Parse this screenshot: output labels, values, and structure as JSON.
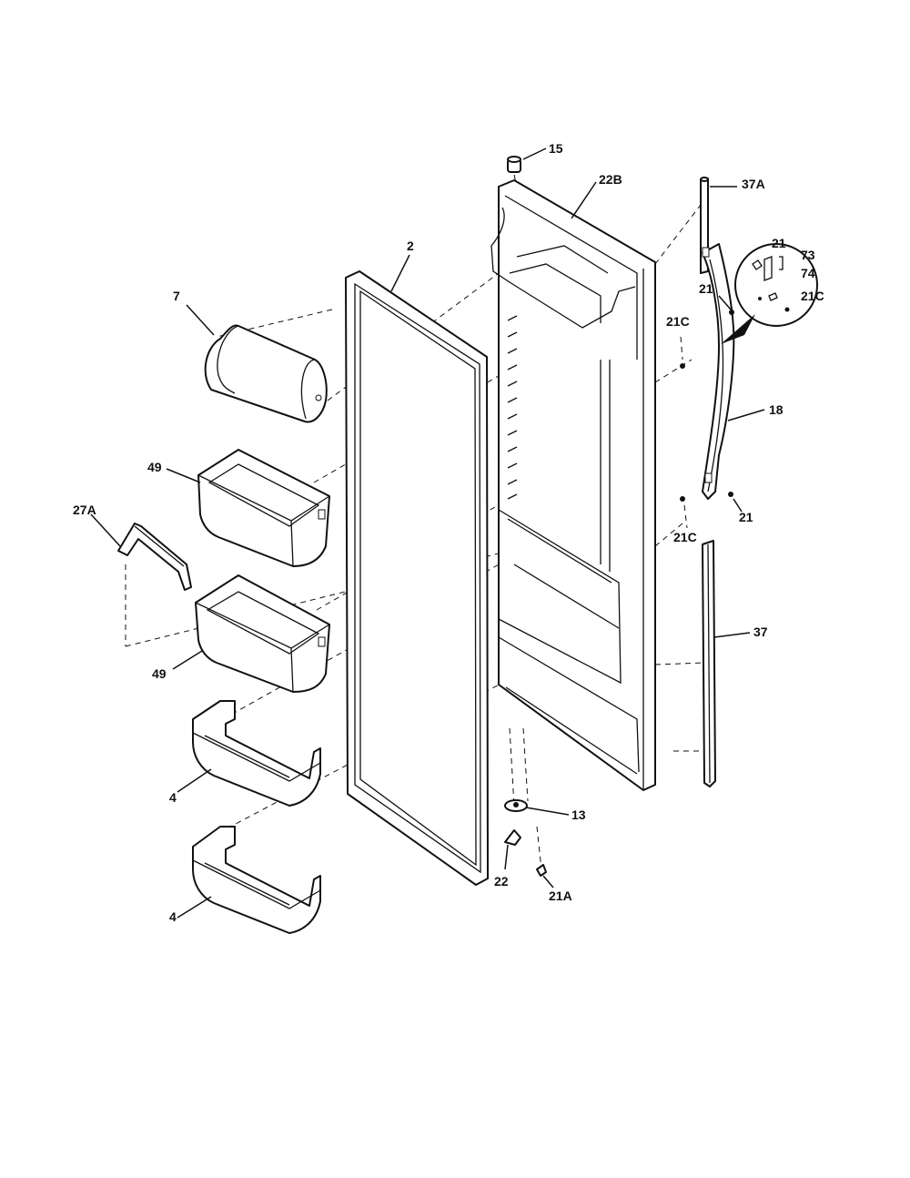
{
  "callouts": [
    {
      "id": "2",
      "label": "2"
    },
    {
      "id": "4a",
      "label": "4"
    },
    {
      "id": "4b",
      "label": "4"
    },
    {
      "id": "7",
      "label": "7"
    },
    {
      "id": "13",
      "label": "13"
    },
    {
      "id": "15",
      "label": "15"
    },
    {
      "id": "18",
      "label": "18"
    },
    {
      "id": "21a",
      "label": "21"
    },
    {
      "id": "21b",
      "label": "21"
    },
    {
      "id": "21c",
      "label": "21"
    },
    {
      "id": "21A",
      "label": "21A"
    },
    {
      "id": "21Ca",
      "label": "21C"
    },
    {
      "id": "21Cb",
      "label": "21C"
    },
    {
      "id": "21Cc",
      "label": "21C"
    },
    {
      "id": "22",
      "label": "22"
    },
    {
      "id": "22B",
      "label": "22B"
    },
    {
      "id": "27A",
      "label": "27A"
    },
    {
      "id": "37",
      "label": "37"
    },
    {
      "id": "37A",
      "label": "37A"
    },
    {
      "id": "49a",
      "label": "49"
    },
    {
      "id": "49b",
      "label": "49"
    },
    {
      "id": "73",
      "label": "73"
    },
    {
      "id": "74",
      "label": "74"
    }
  ],
  "colors": {
    "ink": "#111111",
    "paper": "#ffffff"
  }
}
